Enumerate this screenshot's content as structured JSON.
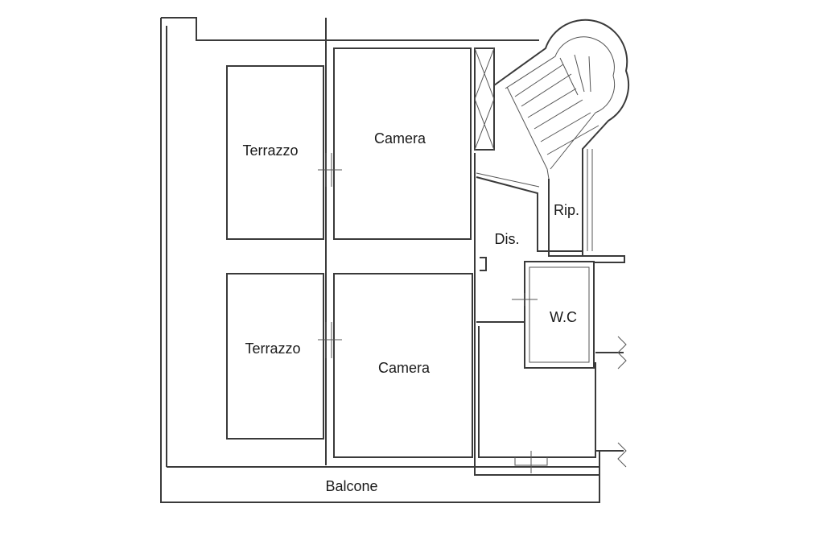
{
  "rooms": {
    "terrace_upper": "Terrazzo",
    "bedroom_upper": "Camera",
    "terrace_lower": "Terrazzo",
    "bedroom_lower": "Camera",
    "hallway": "Dis.",
    "storage": "Rip.",
    "bathroom": "W.C",
    "balcony": "Balcone"
  },
  "colors": {
    "wall": "#3a3a3a",
    "background": "#ffffff",
    "text": "#1a1a1a"
  }
}
